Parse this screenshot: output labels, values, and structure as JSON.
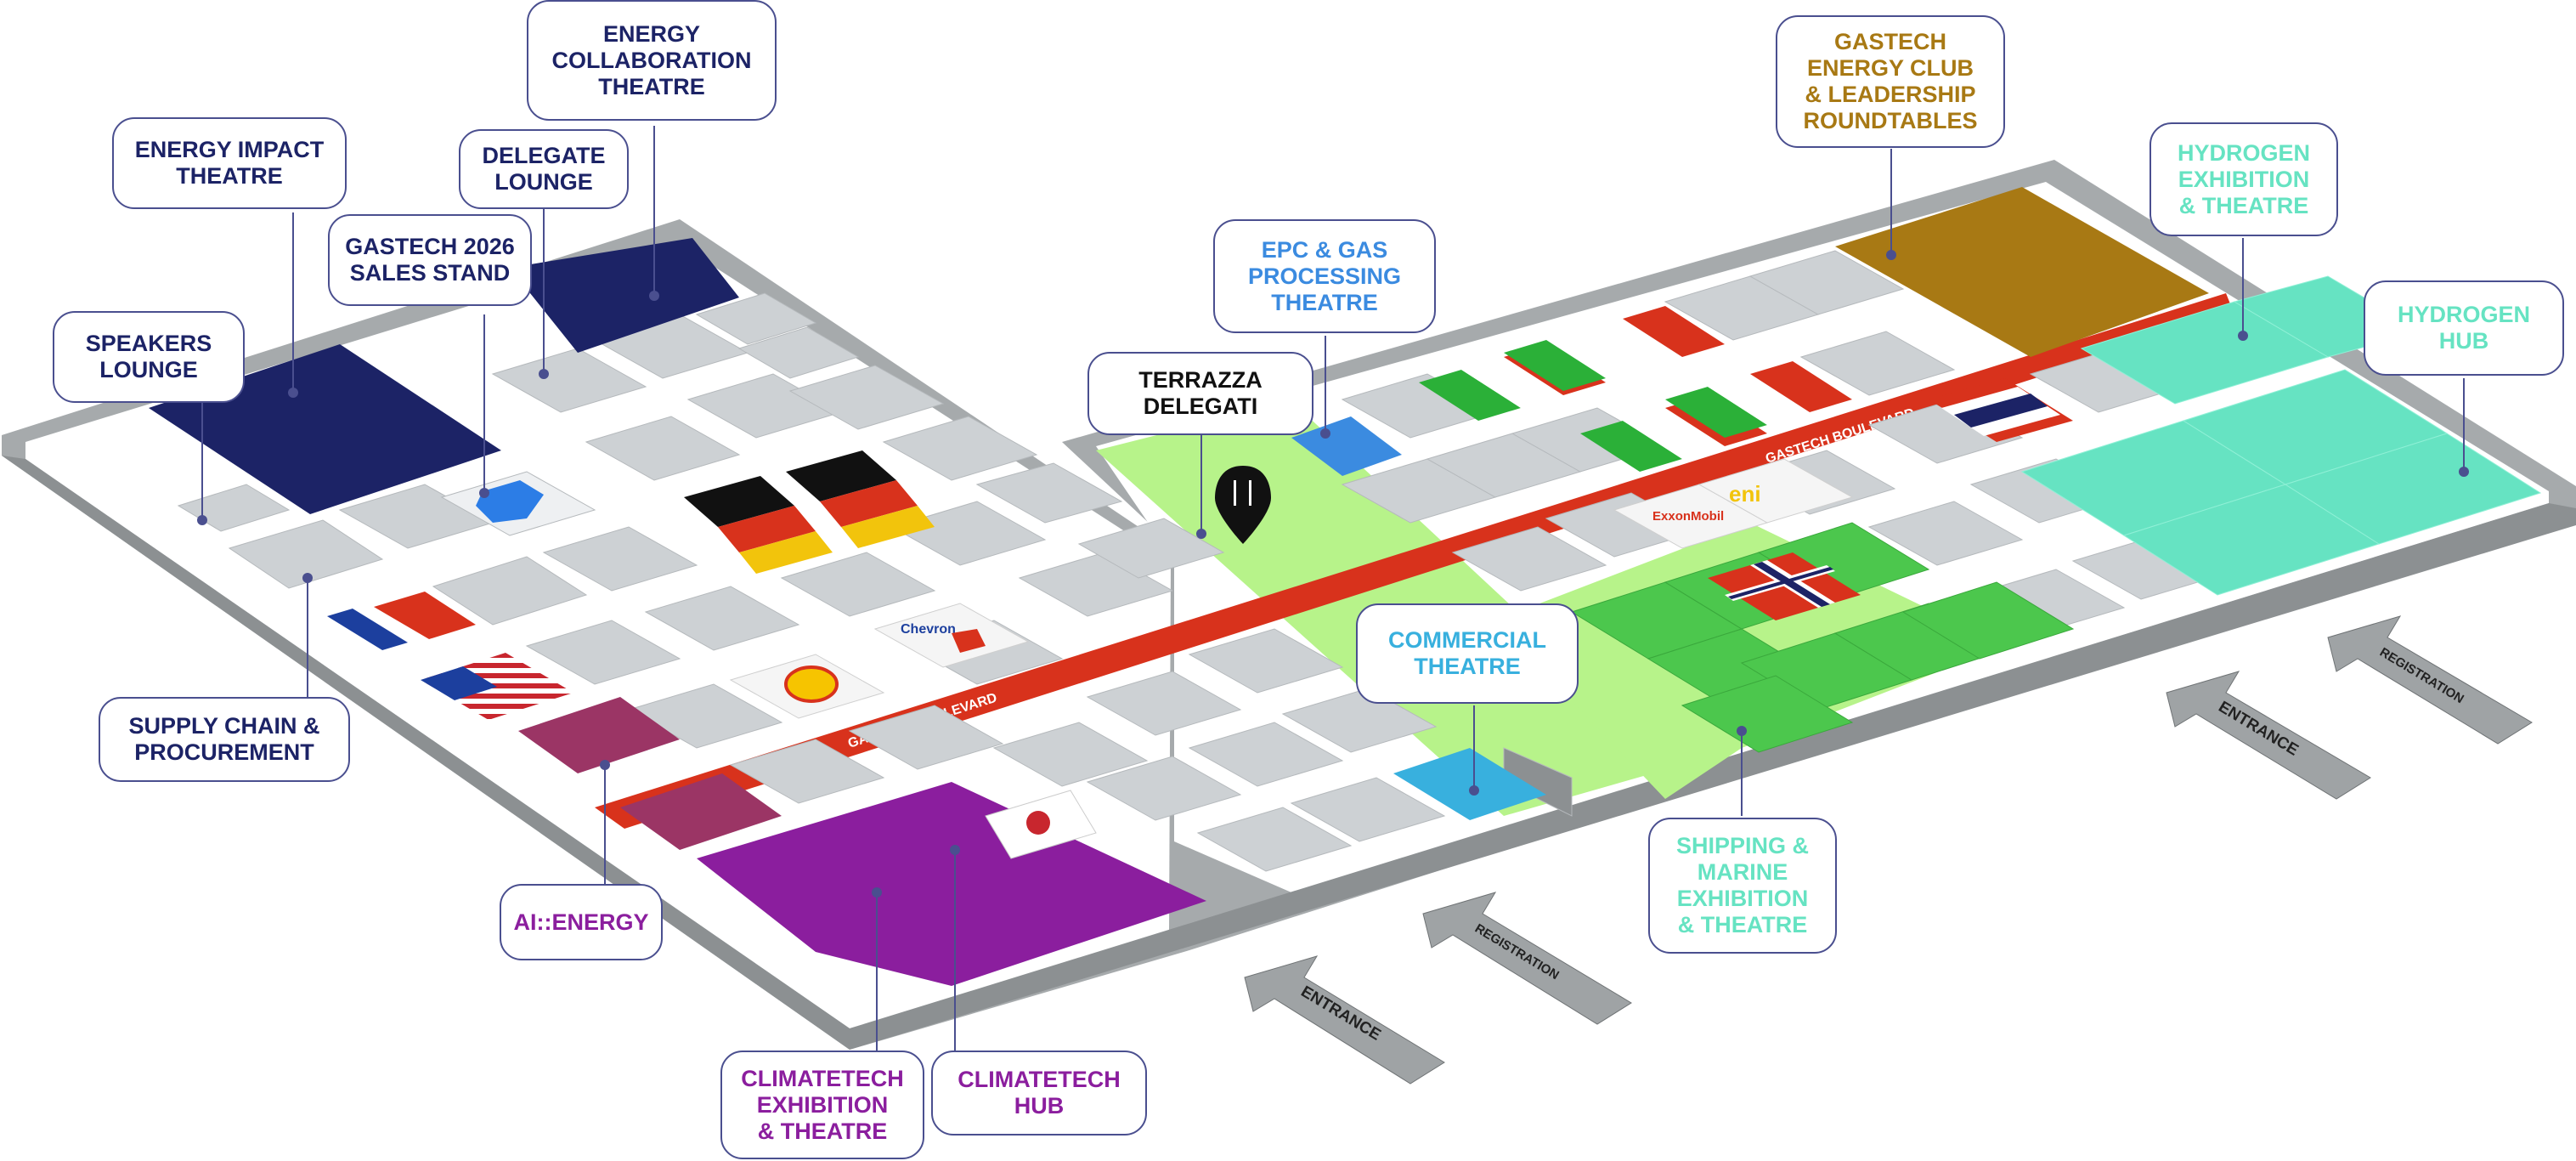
{
  "colors": {
    "navy": "#1c2366",
    "purple": "#8b1e9e",
    "maroon": "#9b3565",
    "gold": "#a87914",
    "blue": "#3b8be0",
    "cyan": "#38b0de",
    "aqua": "#66e3c2",
    "green": "#4cc74d",
    "lime": "#b7f38a",
    "red": "#d8321c",
    "booth": "#cdd1d4",
    "hall": "#9fa3a5"
  },
  "boulevard": {
    "label_left": "GASTECH BOULEVARD",
    "label_right": "GASTECH BOULEVARD"
  },
  "booth_logos": {
    "chevron": "Chevron",
    "exxonmobil": "ExxonMobil",
    "eni": "eni"
  },
  "map_icons": {
    "restaurant": "fork-knife-pin-icon"
  },
  "arrows": {
    "entrance": "ENTRANCE",
    "registration": "REGISTRATION"
  },
  "zones": {
    "speakers_lounge": {
      "label": "SPEAKERS\nLOUNGE",
      "color_key": "navy"
    },
    "energy_impact_theatre": {
      "label": "ENERGY IMPACT\nTHEATRE",
      "color_key": "navy"
    },
    "gastech_2026_sales_stand": {
      "label": "GASTECH 2026\nSALES STAND",
      "color_key": "navy"
    },
    "delegate_lounge": {
      "label": "DELEGATE\nLOUNGE",
      "color_key": "navy"
    },
    "energy_collaboration_theatre": {
      "label": "ENERGY\nCOLLABORATION\nTHEATRE",
      "color_key": "navy"
    },
    "supply_chain_procurement": {
      "label": "SUPPLY CHAIN &\nPROCUREMENT",
      "color_key": "navy"
    },
    "ai_energy": {
      "label": "AI::ENERGY",
      "color_key": "purple"
    },
    "climatetech_exhibition_theatre": {
      "label": "CLIMATETECH\nEXHIBITION\n& THEATRE",
      "color_key": "purple"
    },
    "climatetech_hub": {
      "label": "CLIMATETECH\nHUB",
      "color_key": "purple"
    },
    "terrazza_delegati": {
      "label": "TERRAZZA\nDELEGATI",
      "color_key": "black"
    },
    "epc_gas_processing_theatre": {
      "label": "EPC & GAS\nPROCESSING\nTHEATRE",
      "color_key": "blue"
    },
    "commercial_theatre": {
      "label": "COMMERCIAL\nTHEATRE",
      "color_key": "cyan"
    },
    "gastech_energy_club": {
      "label": "GASTECH\nENERGY CLUB\n& LEADERSHIP\nROUNDTABLES",
      "color_key": "gold"
    },
    "hydrogen_exhibition_theatre": {
      "label": "HYDROGEN\nEXHIBITION\n& THEATRE",
      "color_key": "aqua"
    },
    "hydrogen_hub": {
      "label": "HYDROGEN\nHUB",
      "color_key": "aqua"
    },
    "shipping_marine": {
      "label": "SHIPPING &\nMARINE\nEXHIBITION\n& THEATRE",
      "color_key": "aqua"
    }
  }
}
